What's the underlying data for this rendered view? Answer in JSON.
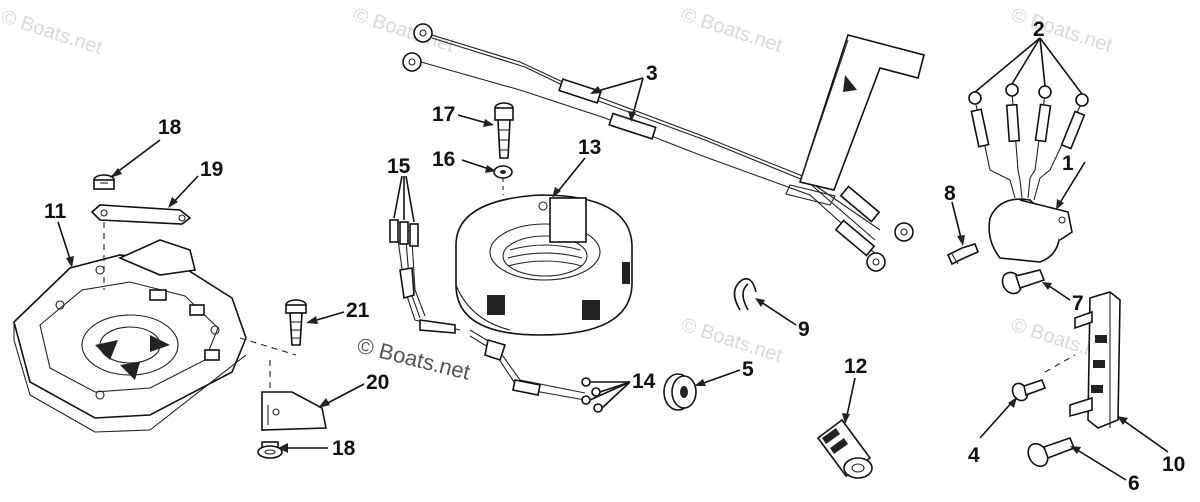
{
  "watermark": {
    "text": "© Boats.net",
    "repeat_text": "© Boats.net"
  },
  "callouts": [
    {
      "id": "1",
      "label": "1"
    },
    {
      "id": "2",
      "label": "2"
    },
    {
      "id": "3",
      "label": "3"
    },
    {
      "id": "4",
      "label": "4"
    },
    {
      "id": "5",
      "label": "5"
    },
    {
      "id": "6",
      "label": "6"
    },
    {
      "id": "7",
      "label": "7"
    },
    {
      "id": "8",
      "label": "8"
    },
    {
      "id": "9",
      "label": "9"
    },
    {
      "id": "10",
      "label": "10"
    },
    {
      "id": "11",
      "label": "11"
    },
    {
      "id": "12",
      "label": "12"
    },
    {
      "id": "13",
      "label": "13"
    },
    {
      "id": "14",
      "label": "14"
    },
    {
      "id": "15",
      "label": "15"
    },
    {
      "id": "16",
      "label": "16"
    },
    {
      "id": "17",
      "label": "17"
    },
    {
      "id": "18a",
      "label": "18"
    },
    {
      "id": "18b",
      "label": "18"
    },
    {
      "id": "19",
      "label": "19"
    },
    {
      "id": "20",
      "label": "20"
    },
    {
      "id": "21",
      "label": "21"
    }
  ]
}
